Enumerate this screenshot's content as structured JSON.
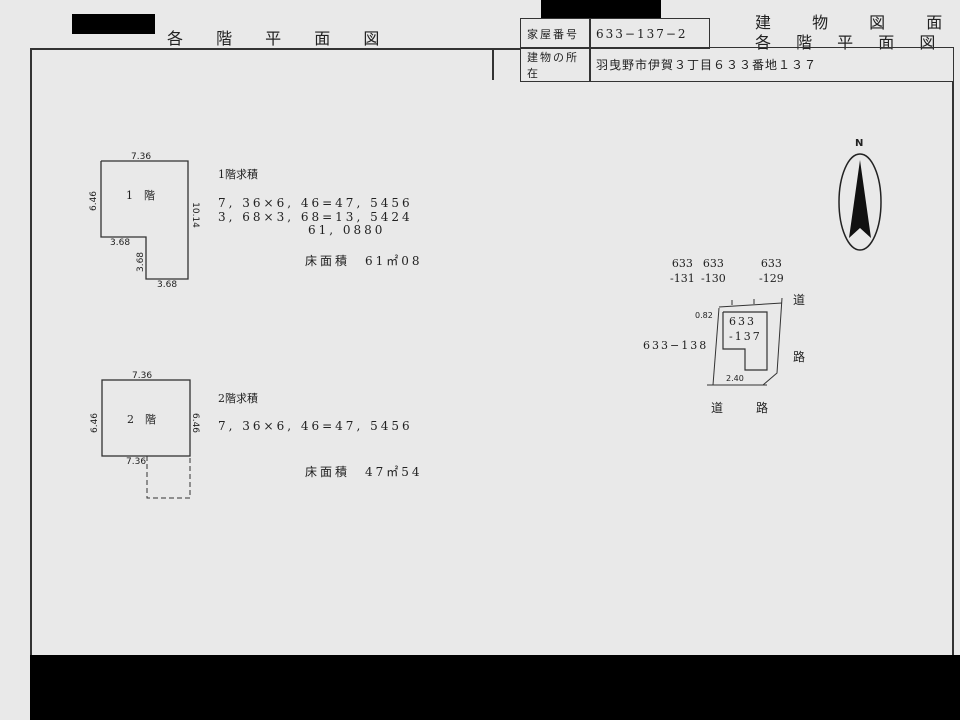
{
  "header": {
    "left_title": "各 階 平 面 図",
    "right_title_1": "建 物 図 面",
    "right_title_2": "各 階 平 面 図",
    "house_number_label": "家屋番号",
    "house_number_value": "633−137−2",
    "location_label": "建物の所在",
    "location_value": "羽曳野市伊賀３丁目６３３番地１３７"
  },
  "floor1": {
    "label": "1　階",
    "dims": {
      "top": "7.36",
      "left": "6.46",
      "right": "10.14",
      "step_h": "3.68",
      "step_v": "3.68",
      "bottom": "3.68"
    },
    "calc_title": "1階求積",
    "calc_lines": [
      "7, 36×6, 46=47, 5456",
      "3, 68×3, 68=13, 5424",
      "61, 0880"
    ],
    "area": "床面積　61㎡08"
  },
  "floor2": {
    "label": "2　階",
    "dims": {
      "top": "7.36",
      "left": "6.46",
      "right": "6.46",
      "bottom": "7.36"
    },
    "calc_title": "2階求積",
    "calc_lines": [
      "7, 36×6, 46=47, 5456"
    ],
    "area": "床面積　47㎡54"
  },
  "site_plan": {
    "compass": "N",
    "neighbors": [
      {
        "a": "633",
        "b": "-131"
      },
      {
        "a": "633",
        "b": "-130"
      },
      {
        "a": "633",
        "b": "-129"
      }
    ],
    "west_lot": "633−138",
    "lot_a": "633",
    "lot_b": "-137",
    "dim_1": "0.82",
    "dim_2": "2.40",
    "road_east_1": "道",
    "road_east_2": "路",
    "road_south": "道　　路"
  }
}
